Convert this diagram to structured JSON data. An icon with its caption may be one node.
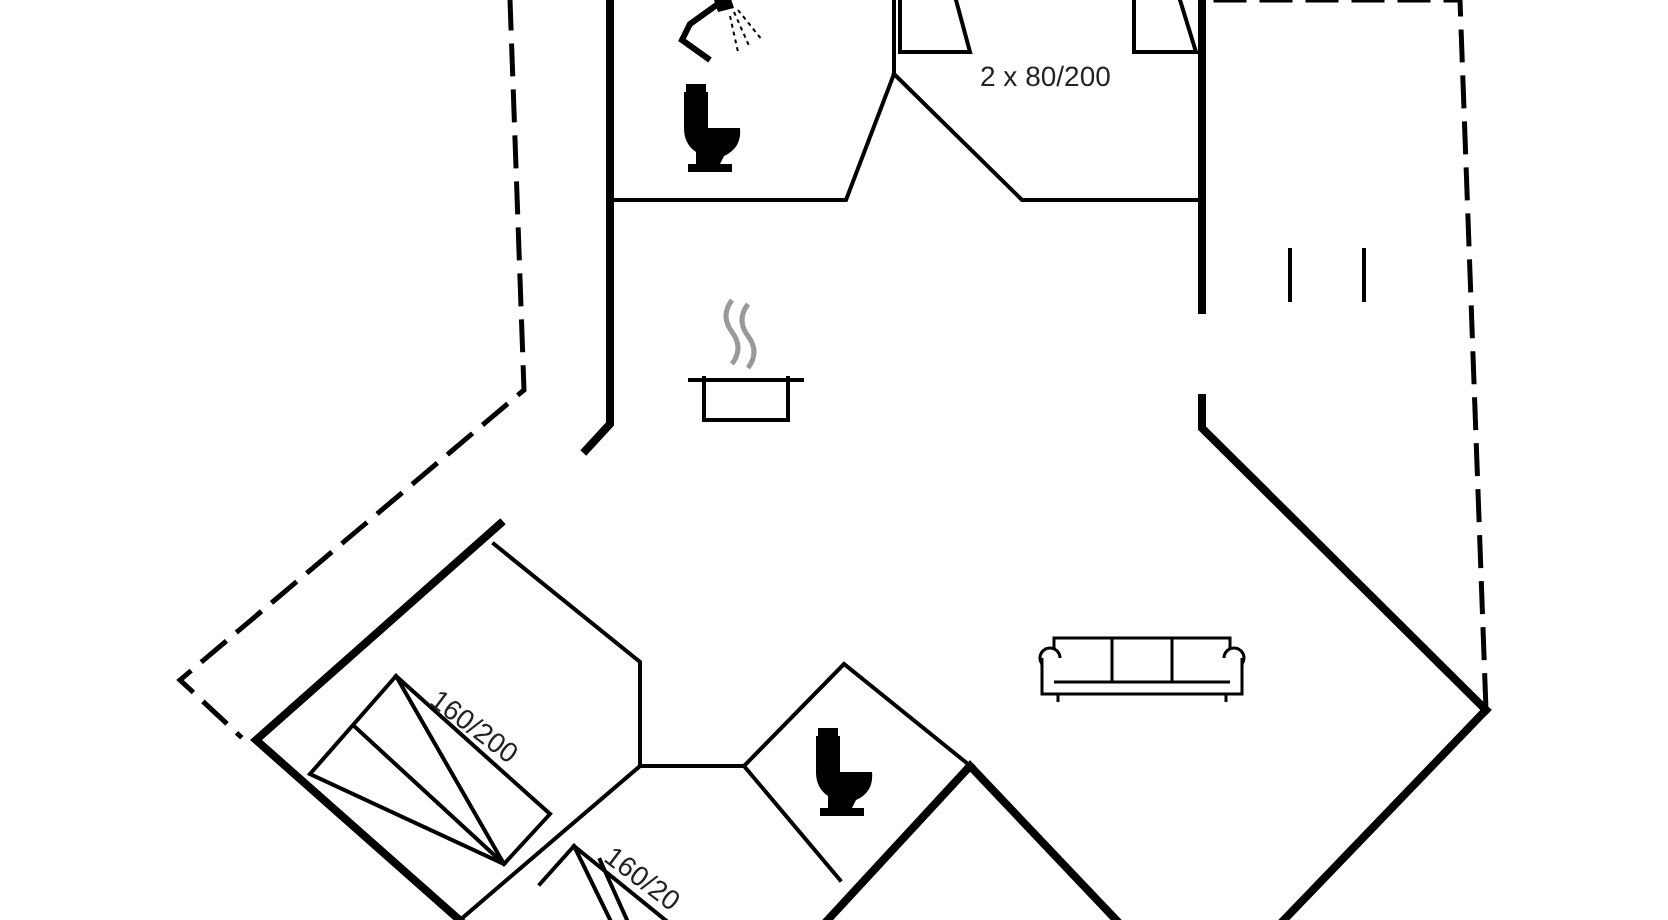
{
  "diagram": {
    "labels": [
      "2 x 80/200",
      "160/200",
      "160/20"
    ]
  }
}
